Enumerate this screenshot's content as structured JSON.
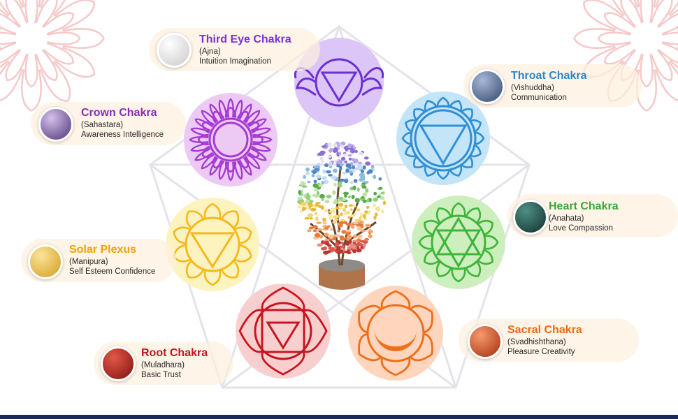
{
  "chakras": [
    {
      "key": "third-eye",
      "title": "Third Eye Chakra",
      "sanskrit": "(Ajna)",
      "meaning": "Intuition Imagination",
      "color": "#7a33d8",
      "bg": "#dcc5f7",
      "stroke": "#6c2fd0",
      "stone": [
        "#f4f4f4",
        "#cfcfcf"
      ]
    },
    {
      "key": "throat",
      "title": "Throat Chakra",
      "sanskrit": "(Vishuddha)",
      "meaning": "Communication",
      "color": "#2d86c4",
      "bg": "#c4e4f8",
      "stroke": "#2f8fd6",
      "stone": [
        "#7f95b8",
        "#3a4f78"
      ]
    },
    {
      "key": "crown",
      "title": "Crown Chakra",
      "sanskrit": "(Sahastara)",
      "meaning": "Awareness Intelligence",
      "color": "#8a2bb8",
      "bg": "#eccaf3",
      "stroke": "#a63ad4",
      "stone": [
        "#b59ad4",
        "#5b3d86"
      ]
    },
    {
      "key": "heart",
      "title": "Heart Chakra",
      "sanskrit": "(Anahata)",
      "meaning": "Love Compassion",
      "color": "#3da53b",
      "bg": "#cdeebd",
      "stroke": "#3fb53a",
      "stone": [
        "#2f6e63",
        "#123a33"
      ]
    },
    {
      "key": "solar",
      "title": "Solar Plexus",
      "sanskrit": "(Manipura)",
      "meaning": "Self Esteem Confidence",
      "color": "#f0a400",
      "bg": "#fdf3bf",
      "stroke": "#f6b81a",
      "stone": [
        "#f7d56a",
        "#d9a826"
      ]
    },
    {
      "key": "sacral",
      "title": "Sacral Chakra",
      "sanskrit": "(Svadhishthana)",
      "meaning": "Pleasure Creativity",
      "color": "#ec6a15",
      "bg": "#ffd6bd",
      "stroke": "#ee6f1a",
      "stone": [
        "#f07a42",
        "#b8320f"
      ]
    },
    {
      "key": "root",
      "title": "Root Chakra",
      "sanskrit": "(Muladhara)",
      "meaning": "Basic Trust",
      "color": "#c4141e",
      "bg": "#f8cfcf",
      "stroke": "#c8151f",
      "stone": [
        "#d2382e",
        "#8a1410"
      ]
    }
  ],
  "colors": {
    "frame": "#e3e3ea",
    "bottom_bar": "#1c2a5a",
    "lotus": "#f7cfcf"
  },
  "icons": {
    "tree": "gemstone-tree-icon",
    "lotus": "lotus-icon"
  }
}
